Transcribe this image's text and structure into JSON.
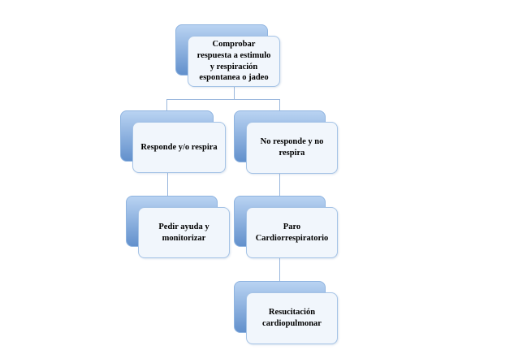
{
  "diagram": {
    "type": "flowchart",
    "language": "es",
    "nodes": [
      {
        "id": "root",
        "label": "Comprobar respuesta a estimulo y respiración espontanea o jadeo"
      },
      {
        "id": "responde",
        "label": "Responde y/o respira"
      },
      {
        "id": "no-responde",
        "label": "No responde y no respira"
      },
      {
        "id": "pedir-ayuda",
        "label": "Pedir ayuda y monitorizar"
      },
      {
        "id": "paro",
        "label": "Paro Cardiorrespiratorio"
      },
      {
        "id": "rcp",
        "label": "Resucitación cardiopulmonar"
      }
    ],
    "edges": [
      {
        "from": "root",
        "to": "responde"
      },
      {
        "from": "root",
        "to": "no-responde"
      },
      {
        "from": "responde",
        "to": "pedir-ayuda"
      },
      {
        "from": "no-responde",
        "to": "paro"
      },
      {
        "from": "paro",
        "to": "rcp"
      }
    ],
    "colors": {
      "shadow_start": "#b9d3f2",
      "shadow_end": "#6290cc",
      "box_fill": "#f1f6fc",
      "box_border": "#a5c3e6",
      "line": "#9ab7dd",
      "text": "#000000"
    }
  }
}
